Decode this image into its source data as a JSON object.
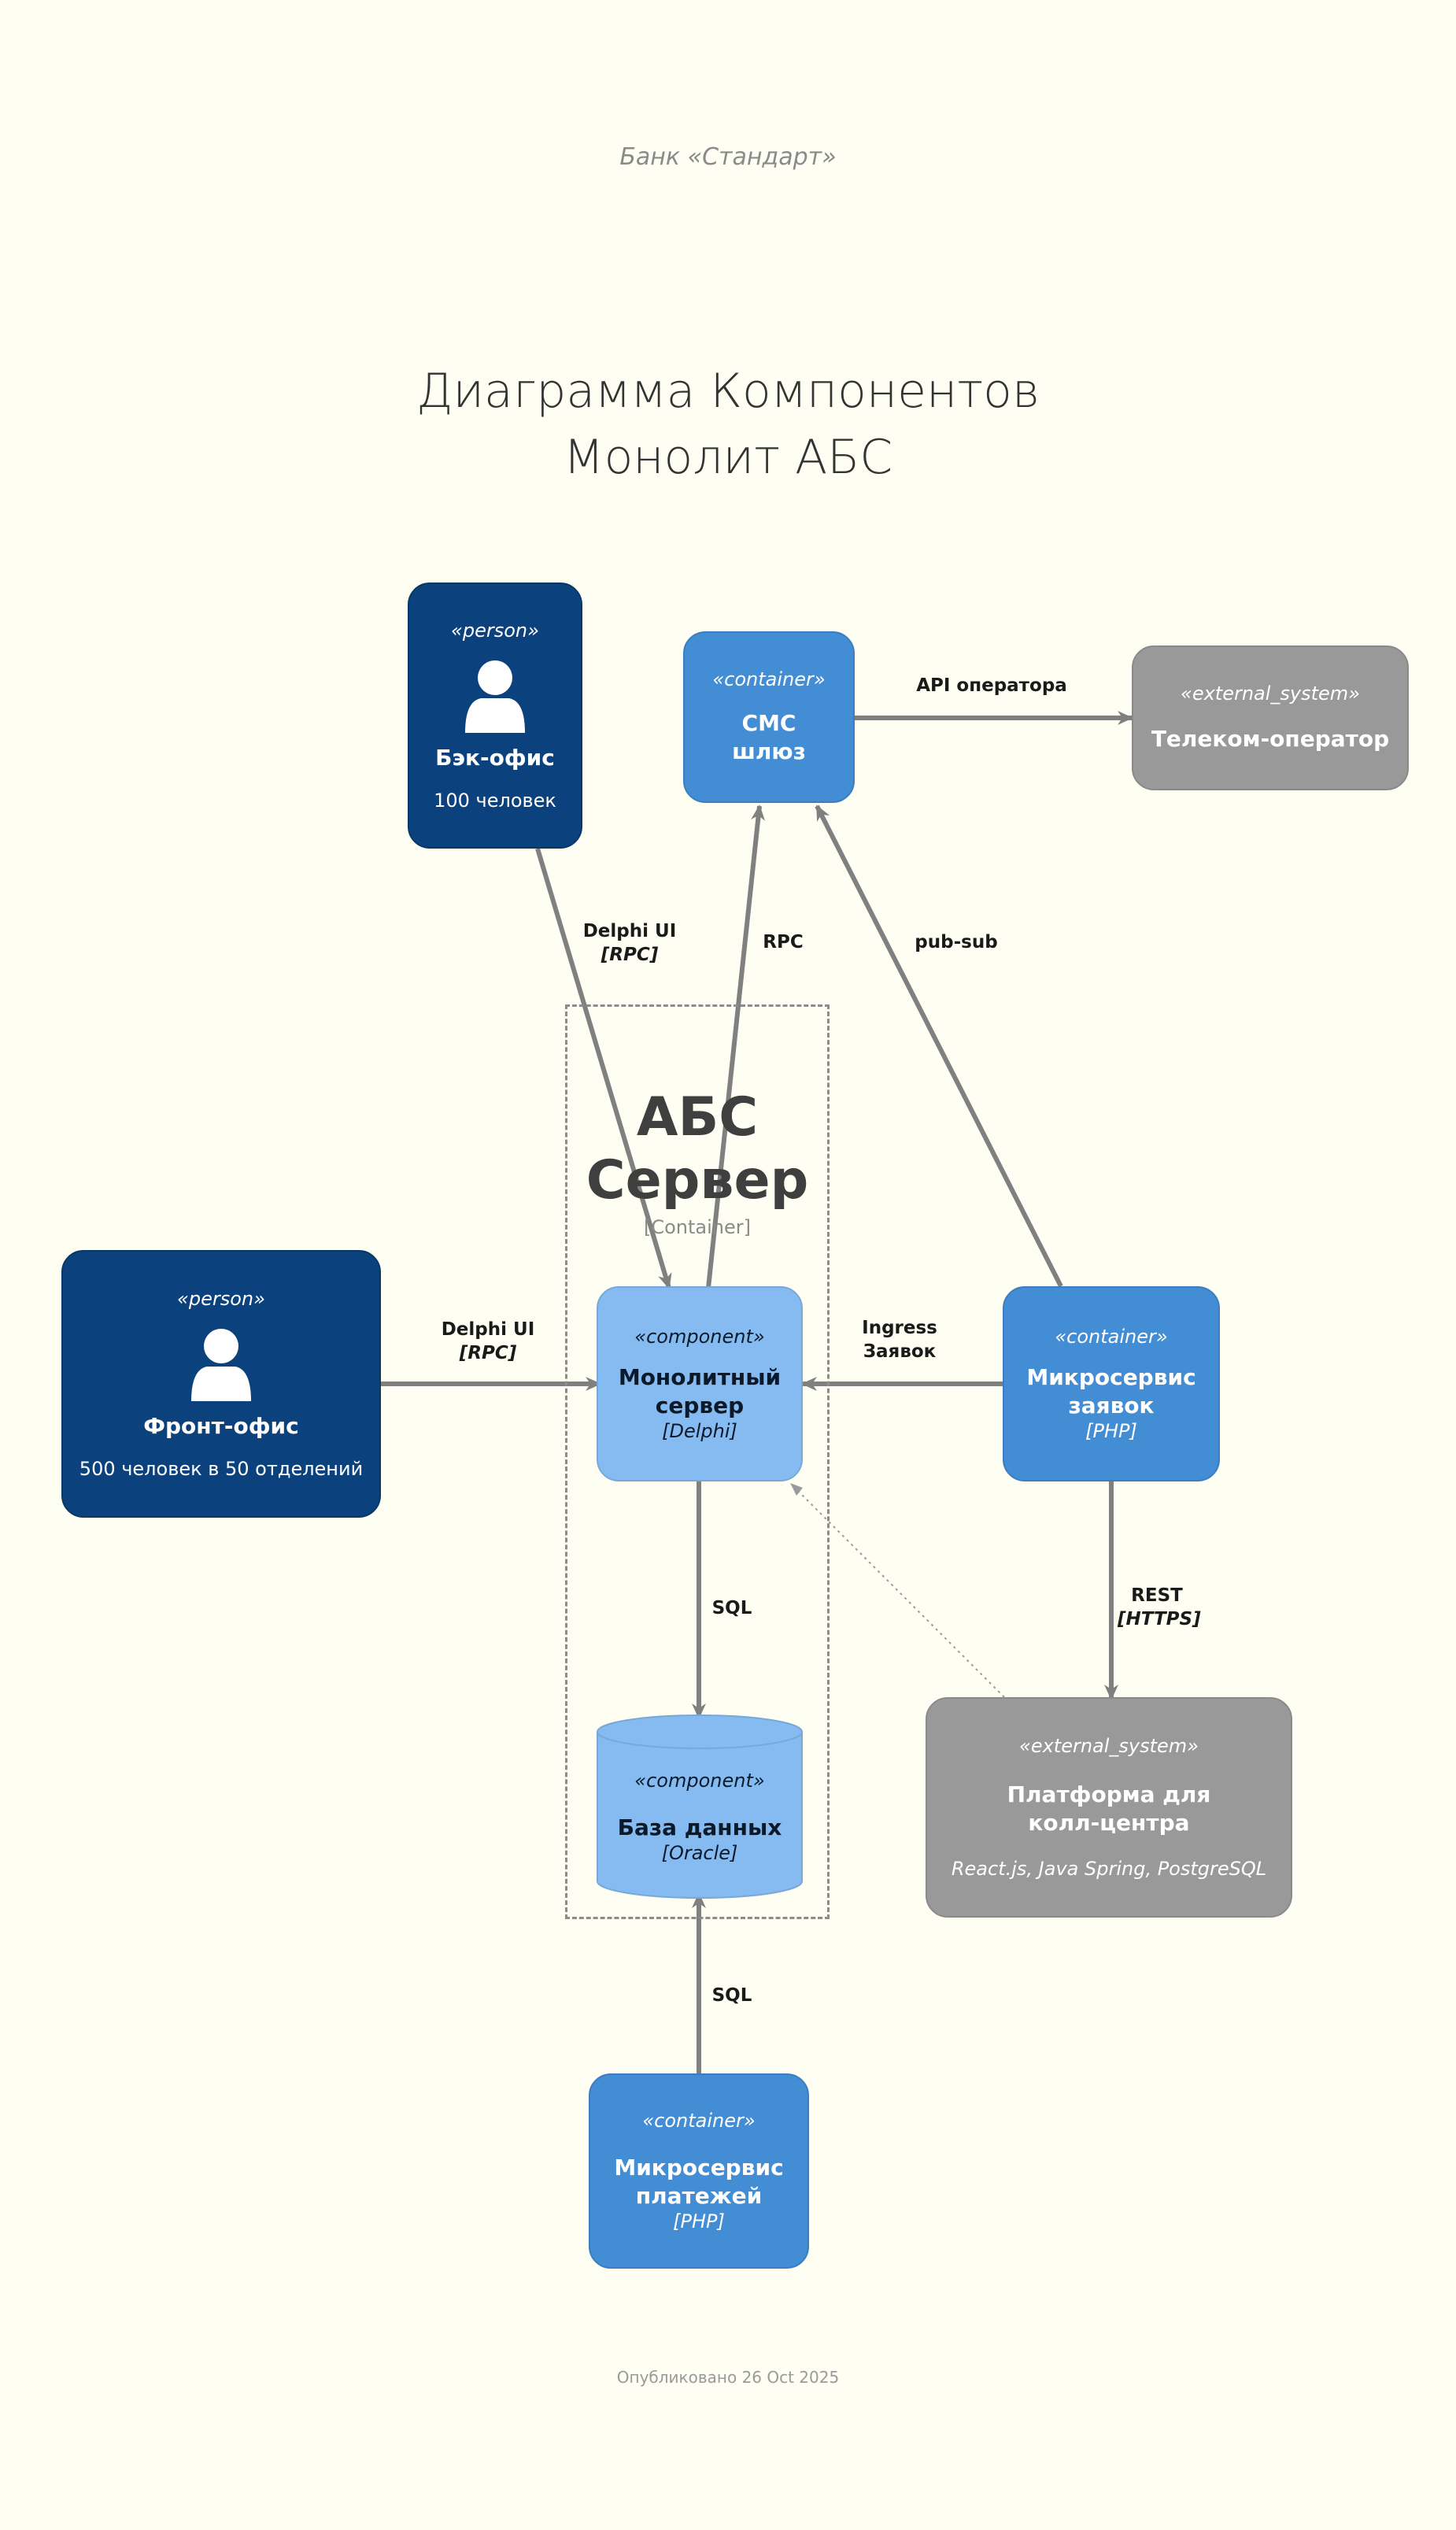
{
  "header": "Банк «Стандарт»",
  "title": {
    "line1": "Диаграмма Компонентов",
    "line2": "Монолит АБС"
  },
  "boundary": {
    "name_line1": "АБС",
    "name_line2": "Сервер",
    "type": "[Container]"
  },
  "nodes": {
    "back_office": {
      "stereotype": "«person»",
      "name": "Бэк-офис",
      "description": "100 человек"
    },
    "front_office": {
      "stereotype": "«person»",
      "name": "Фронт-офис",
      "description": "500 человек в 50 отделений"
    },
    "sms_gateway": {
      "stereotype": "«container»",
      "name_line1": "СМС",
      "name_line2": "шлюз"
    },
    "telecom": {
      "stereotype": "«external_system»",
      "name": "Телеком-оператор"
    },
    "monolith": {
      "stereotype": "«component»",
      "name_line1": "Монолитный",
      "name_line2": "сервер",
      "technology": "[Delphi]"
    },
    "requests_ms": {
      "stereotype": "«container»",
      "name_line1": "Микросервис",
      "name_line2": "заявок",
      "technology": "[PHP]"
    },
    "database": {
      "stereotype": "«component»",
      "name": "База данных",
      "technology": "[Oracle]"
    },
    "callcenter": {
      "stereotype": "«external_system»",
      "name_line1": "Платформа для",
      "name_line2": "колл-центра",
      "description": "React.js, Java Spring, PostgreSQL"
    },
    "payments_ms": {
      "stereotype": "«container»",
      "name_line1": "Микросервис",
      "name_line2": "платежей",
      "technology": "[PHP]"
    }
  },
  "edges": {
    "back_to_monolith": {
      "label": "Delphi UI",
      "tech": "[RPC]"
    },
    "monolith_to_sms": {
      "label": "RPC"
    },
    "requests_to_sms": {
      "label": "pub-sub"
    },
    "sms_to_telecom": {
      "label": "API оператора"
    },
    "front_to_monolith": {
      "label": "Delphi UI",
      "tech": "[RPC]"
    },
    "requests_to_monolith": {
      "label_line1": "Ingress",
      "label_line2": "Заявок"
    },
    "monolith_to_db": {
      "label": "SQL"
    },
    "requests_to_callcenter": {
      "label": "REST",
      "tech": "[HTTPS]"
    },
    "payments_to_db": {
      "label": "SQL"
    }
  },
  "footer": "Опубликовано 26 Oct 2025",
  "colors": {
    "background": "#fefef2",
    "person": "#0b427d",
    "container": "#438dd5",
    "component": "#85bbf0",
    "external_system": "#999999",
    "arrow": "#808080"
  }
}
